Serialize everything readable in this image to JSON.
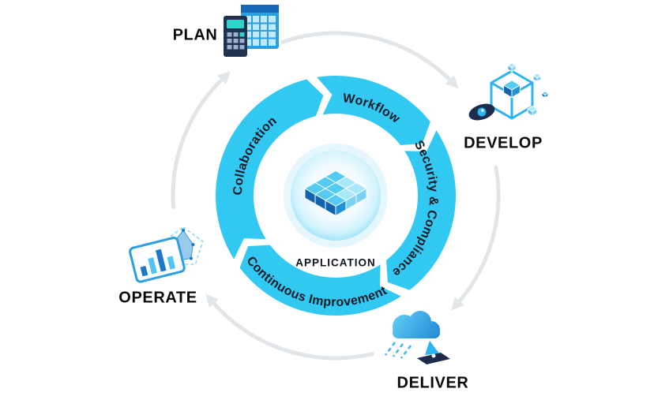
{
  "diagram": {
    "center": {
      "label": "APPLICATION"
    },
    "ring": {
      "segments": [
        {
          "label": "Collaboration"
        },
        {
          "label": "Workflow"
        },
        {
          "label": "Security & Compliance"
        },
        {
          "label": "Continuous Improvement"
        }
      ],
      "flow": "clockwise"
    },
    "stages": [
      {
        "id": "plan",
        "label": "PLAN",
        "icon": "calculator-planner-icon"
      },
      {
        "id": "develop",
        "label": "DEVELOP",
        "icon": "secure-code-cube-icon"
      },
      {
        "id": "deliver",
        "label": "DELIVER",
        "icon": "cloud-deployment-icon"
      },
      {
        "id": "operate",
        "label": "OPERATE",
        "icon": "analytics-dashboard-icon"
      }
    ]
  },
  "colors": {
    "background": "#FFFFFF",
    "ring": "#31C9F2",
    "ring_text": "#151A26",
    "outer_arrow": "#E3E6E9",
    "stage_label": "#0A0A0A",
    "icon_navy": "#20304F",
    "icon_teal": "#2FD5C8",
    "accent_blue": "#1F93D8",
    "accent_dark_blue": "#1164AD",
    "accent_cyan": "#54CBF3",
    "cube": [
      "#54CBF3",
      "#1164AD",
      "#1F93D8"
    ],
    "cube_light": [
      "#A9E7FB",
      "#5AB7E8",
      "#7CD2F6"
    ]
  }
}
